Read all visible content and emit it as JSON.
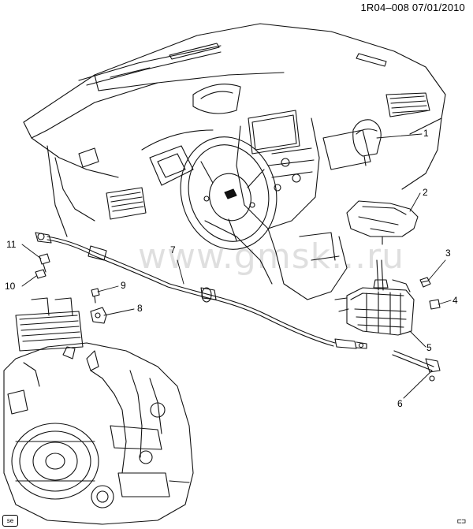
{
  "header": {
    "code": "1R04–008",
    "date": "07/01/2010"
  },
  "watermark": "www.gmsk...ru",
  "callouts": [
    {
      "num": "1"
    },
    {
      "num": "2"
    },
    {
      "num": "3"
    },
    {
      "num": "4"
    },
    {
      "num": "5"
    },
    {
      "num": "6"
    },
    {
      "num": "7"
    },
    {
      "num": "8"
    },
    {
      "num": "9"
    },
    {
      "num": "10"
    },
    {
      "num": "11"
    }
  ],
  "badge": "se",
  "corner_mark": "⊏⊐"
}
